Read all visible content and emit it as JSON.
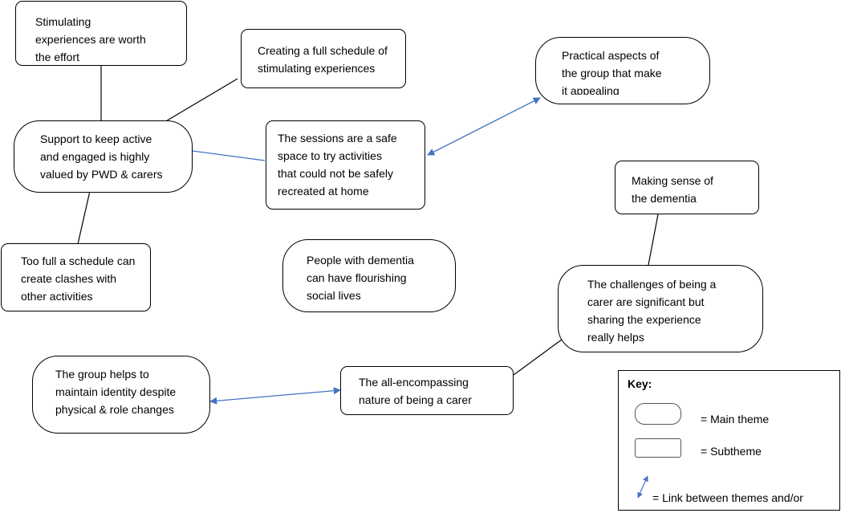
{
  "colors": {
    "link_arrow": "#4472c4",
    "line": "#000000",
    "border": "#000000"
  },
  "nodes": {
    "stimulating_worth": {
      "type": "subtheme",
      "lines": [
        "Stimulating",
        "experiences are worth",
        "the effort"
      ]
    },
    "full_schedule": {
      "type": "subtheme",
      "lines": [
        "Creating a full schedule of",
        "stimulating experiences"
      ]
    },
    "practical_aspects": {
      "type": "main",
      "lines": [
        "Practical aspects of",
        "the group that make",
        "it  appealing"
      ]
    },
    "support_active": {
      "type": "main",
      "lines": [
        "Support to keep active",
        "and engaged is highly",
        "valued by PWD & carers"
      ]
    },
    "safe_space": {
      "type": "subtheme",
      "lines": [
        "The sessions are a safe",
        "space to try activities",
        "that could not be safely",
        "recreated at home"
      ]
    },
    "making_sense": {
      "type": "subtheme",
      "lines": [
        "Making sense of",
        "the dementia"
      ]
    },
    "too_full": {
      "type": "subtheme",
      "lines": [
        "Too full a schedule can",
        "create clashes with",
        "other activities"
      ]
    },
    "flourishing": {
      "type": "main",
      "lines": [
        "People with dementia",
        "can have flourishing",
        "social lives"
      ]
    },
    "challenges": {
      "type": "main",
      "lines": [
        "The challenges of being a",
        "carer are significant but",
        "sharing the experience",
        "really helps"
      ]
    },
    "identity": {
      "type": "main",
      "lines": [
        "The group helps to",
        "maintain identity despite",
        "physical & role changes"
      ]
    },
    "all_encompassing": {
      "type": "subtheme",
      "lines": [
        "The all-encompassing",
        "nature of being a carer"
      ]
    }
  },
  "key": {
    "title": "Key:",
    "main_label": "= Main theme",
    "sub_label": "= Subtheme",
    "link_label": "= Link between themes and/or"
  }
}
